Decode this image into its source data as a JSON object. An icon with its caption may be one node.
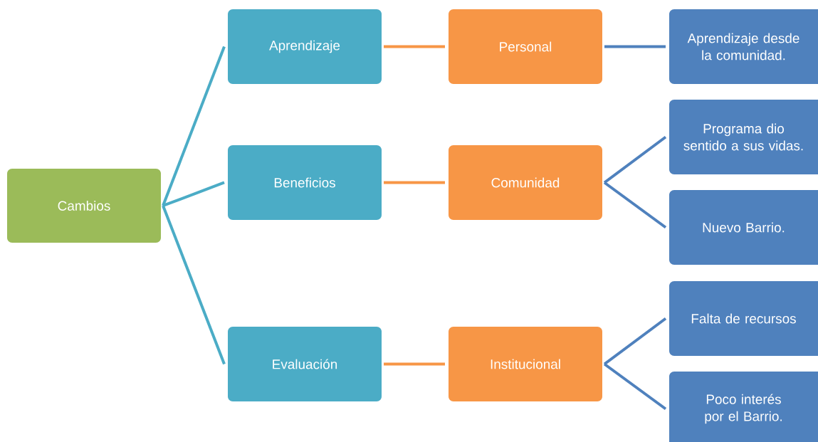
{
  "diagram": {
    "nodes": [
      {
        "text": [
          "Cambios"
        ]
      },
      {
        "text": [
          "Aprendizaje"
        ]
      },
      {
        "text": [
          "Beneficios"
        ]
      },
      {
        "text": [
          "Evaluación"
        ]
      },
      {
        "text": [
          "Personal"
        ]
      },
      {
        "text": [
          "Comunidad"
        ]
      },
      {
        "text": [
          "Institucional"
        ]
      },
      {
        "text": [
          "Aprendizaje desde la comunidad."
        ]
      },
      {
        "text": [
          "Programa dio sentido a sus vidas."
        ]
      },
      {
        "text": [
          "Nuevo Barrio."
        ]
      },
      {
        "text": [
          "Falta de recursos"
        ]
      },
      {
        "text": [
          "Poco interés por el Barrio."
        ]
      }
    ],
    "edges": [
      {
        "from": 0,
        "to": 1,
        "arrow": "none",
        "color": "#4bacc6"
      },
      {
        "from": 0,
        "to": 2,
        "arrow": "none",
        "color": "#4bacc6"
      },
      {
        "from": 0,
        "to": 3,
        "arrow": "none",
        "color": "#4bacc6"
      },
      {
        "from": 1,
        "to": 4,
        "arrow": "none",
        "color": "#f79646"
      },
      {
        "from": 2,
        "to": 5,
        "arrow": "none",
        "color": "#f79646"
      },
      {
        "from": 3,
        "to": 6,
        "arrow": "none",
        "color": "#f79646"
      },
      {
        "from": 4,
        "to": 7,
        "arrow": "none"
      },
      {
        "from": 5,
        "to": 8,
        "arrow": "none"
      },
      {
        "from": 5,
        "to": 9,
        "arrow": "none"
      },
      {
        "from": 6,
        "to": 10,
        "arrow": "none"
      },
      {
        "from": 6,
        "to": 11,
        "arrow": "none"
      }
    ]
  }
}
